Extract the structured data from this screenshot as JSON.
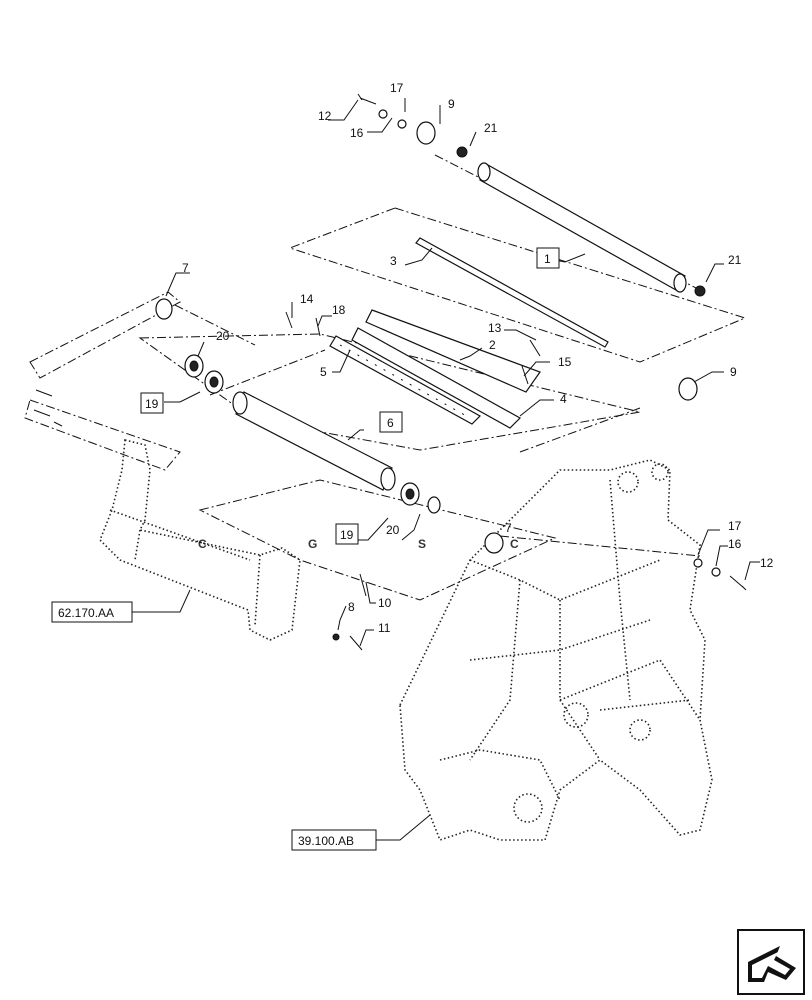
{
  "callouts": {
    "c1": "1",
    "c2": "2",
    "c3": "3",
    "c4": "4",
    "c5": "5",
    "c6": "6",
    "c7": "7",
    "c7b": "7",
    "c8": "8",
    "c9a": "9",
    "c9b": "9",
    "c10": "10",
    "c11": "11",
    "c12a": "12",
    "c12b": "12",
    "c13": "13",
    "c14": "14",
    "c15": "15",
    "c16a": "16",
    "c16b": "16",
    "c17a": "17",
    "c17b": "17",
    "c18": "18",
    "c19a": "19",
    "c19b": "19",
    "c20a": "20",
    "c20b": "20",
    "c21a": "21",
    "c21b": "21"
  },
  "references": {
    "ref_frame": "62.170.AA",
    "ref_chassis": "39.100.AB"
  },
  "watermark": {
    "letters": [
      "C",
      "G",
      "S",
      "C"
    ],
    "colors": [
      "#5b9bf0",
      "#f06c6c",
      "#f7d25a",
      "#3fae7a"
    ]
  },
  "nav_icon": "next-page-arrow-icon"
}
